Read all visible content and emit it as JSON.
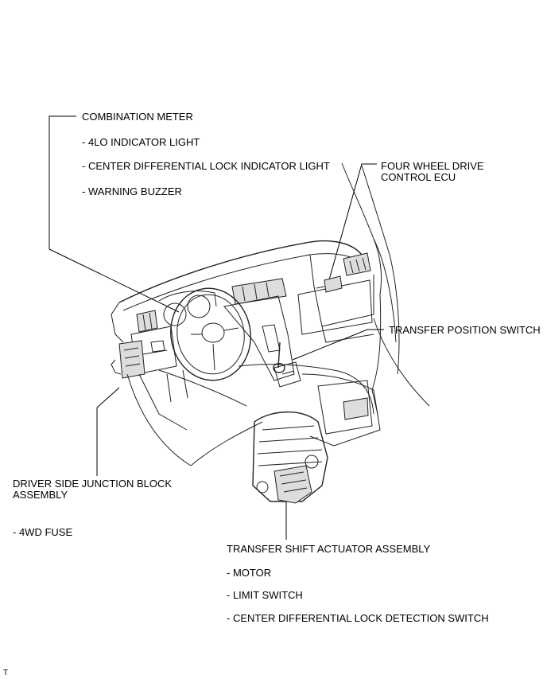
{
  "combination_meter": {
    "title": "COMBINATION METER",
    "items": [
      "- 4LO INDICATOR LIGHT",
      "- CENTER DIFFERENTIAL LOCK INDICATOR LIGHT",
      "- WARNING BUZZER"
    ]
  },
  "four_wd_ecu": {
    "line1": "FOUR WHEEL DRIVE",
    "line2": "CONTROL ECU"
  },
  "transfer_position_switch": {
    "title": "TRANSFER POSITION SWITCH"
  },
  "junction_block": {
    "line1": "DRIVER SIDE JUNCTION BLOCK",
    "line2": "ASSEMBLY",
    "items": [
      "- 4WD FUSE"
    ]
  },
  "shift_actuator": {
    "title": "TRANSFER SHIFT ACTUATOR ASSEMBLY",
    "items": [
      "- MOTOR",
      "- LIMIT SWITCH",
      "- CENTER DIFFERENTIAL LOCK DETECTION SWITCH"
    ]
  },
  "footer_code": "T"
}
